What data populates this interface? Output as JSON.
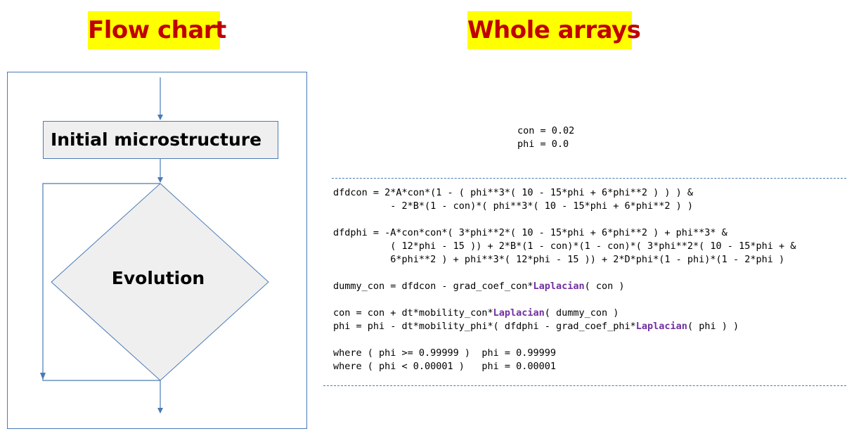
{
  "titles": {
    "left": "Flow chart",
    "right": "Whole arrays"
  },
  "flowchart": {
    "box_label": "Initial microstructure",
    "diamond_label": "Evolution"
  },
  "code": {
    "init": [
      "con = 0.02",
      "phi = 0.0"
    ],
    "main": [
      [
        {
          "t": "dfdcon = 2*A*con*(1 - ( phi**3*( 10 - 15*phi + 6*phi**2 ) ) ) &"
        }
      ],
      [
        {
          "t": "          - 2*B*(1 - con)*( phi**3*( 10 - 15*phi + 6*phi**2 ) )"
        }
      ],
      [
        {
          "t": ""
        }
      ],
      [
        {
          "t": "dfdphi = -A*con*con*( 3*phi**2*( 10 - 15*phi + 6*phi**2 ) + phi**3* &"
        }
      ],
      [
        {
          "t": "          ( 12*phi - 15 )) + 2*B*(1 - con)*(1 - con)*( 3*phi**2*( 10 - 15*phi + &"
        }
      ],
      [
        {
          "t": "          6*phi**2 ) + phi**3*( 12*phi - 15 )) + 2*D*phi*(1 - phi)*(1 - 2*phi )"
        }
      ],
      [
        {
          "t": ""
        }
      ],
      [
        {
          "t": "dummy_con = dfdcon - grad_coef_con*"
        },
        {
          "t": "Laplacian",
          "kw": true
        },
        {
          "t": "( con )"
        }
      ],
      [
        {
          "t": ""
        }
      ],
      [
        {
          "t": "con = con + dt*mobility_con*"
        },
        {
          "t": "Laplacian",
          "kw": true
        },
        {
          "t": "( dummy_con )"
        }
      ],
      [
        {
          "t": "phi = phi - dt*mobility_phi*( dfdphi - grad_coef_phi*"
        },
        {
          "t": "Laplacian",
          "kw": true
        },
        {
          "t": "( phi ) )"
        }
      ],
      [
        {
          "t": ""
        }
      ],
      [
        {
          "t": "where ( phi >= 0.99999 )  phi = 0.99999"
        }
      ],
      [
        {
          "t": "where ( phi < 0.00001 )   phi = 0.00001"
        }
      ]
    ]
  },
  "colors": {
    "title_bg": "#ffff00",
    "title_text": "#c00000",
    "line_blue": "#4a7ab5",
    "fill_gray": "#efefef",
    "keyword_purple": "#7030a0"
  }
}
